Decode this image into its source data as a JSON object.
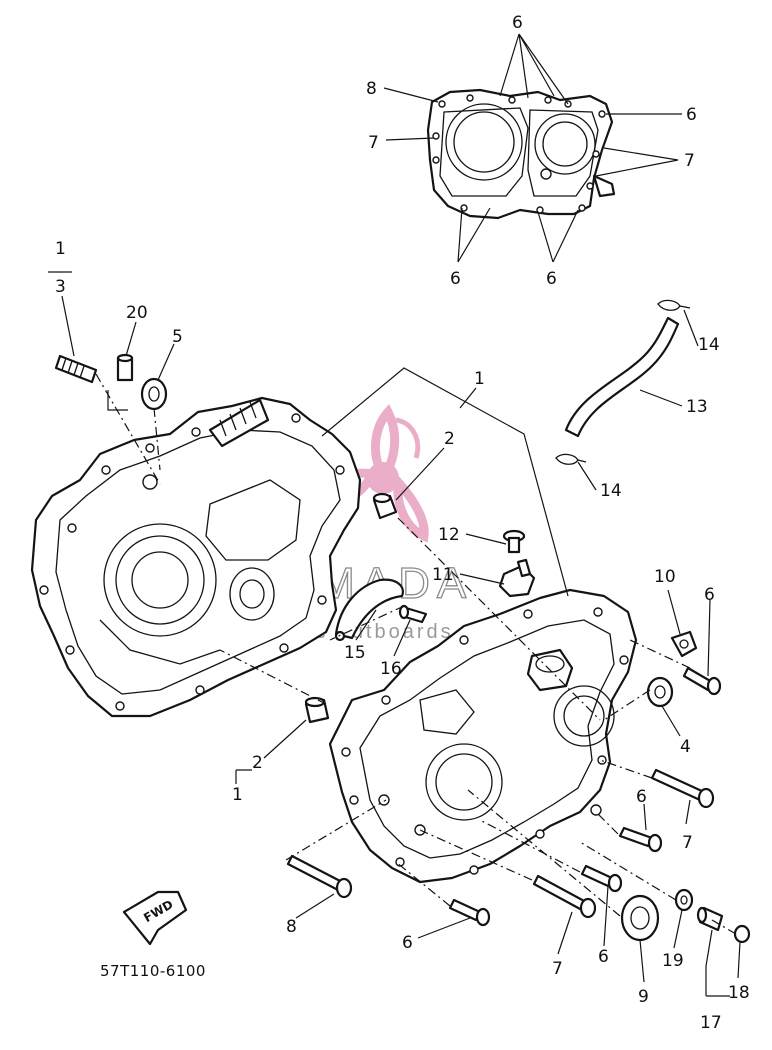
{
  "diagram": {
    "code": "57T110-6100",
    "fwd": "FWD",
    "watermark": {
      "brand": "ARMADA",
      "tagline": "marine outboards",
      "color": "#e8a0c0"
    },
    "callouts": [
      {
        "id": "c-6-top",
        "text": "6"
      },
      {
        "id": "c-8-top",
        "text": "8"
      },
      {
        "id": "c-6-top-right",
        "text": "6"
      },
      {
        "id": "c-7-top-left",
        "text": "7"
      },
      {
        "id": "c-7-top-right",
        "text": "7"
      },
      {
        "id": "c-6-gasket-bl",
        "text": "6"
      },
      {
        "id": "c-6-gasket-br",
        "text": "6"
      },
      {
        "id": "c-1-left",
        "text": "1"
      },
      {
        "id": "c-3-left",
        "text": "3"
      },
      {
        "id": "c-20",
        "text": "20"
      },
      {
        "id": "c-5",
        "text": "5"
      },
      {
        "id": "c-1-center",
        "text": "1"
      },
      {
        "id": "c-2-center",
        "text": "2"
      },
      {
        "id": "c-14-top",
        "text": "14"
      },
      {
        "id": "c-13",
        "text": "13"
      },
      {
        "id": "c-14-mid",
        "text": "14"
      },
      {
        "id": "c-12",
        "text": "12"
      },
      {
        "id": "c-11",
        "text": "11"
      },
      {
        "id": "c-10",
        "text": "10"
      },
      {
        "id": "c-6-right",
        "text": "6"
      },
      {
        "id": "c-15",
        "text": "15"
      },
      {
        "id": "c-16",
        "text": "16"
      },
      {
        "id": "c-4",
        "text": "4"
      },
      {
        "id": "c-2-low",
        "text": "2"
      },
      {
        "id": "c-1-low",
        "text": "1"
      },
      {
        "id": "c-6-low-right",
        "text": "6"
      },
      {
        "id": "c-7-low-right",
        "text": "7"
      },
      {
        "id": "c-8-bottom",
        "text": "8"
      },
      {
        "id": "c-6-bottom",
        "text": "6"
      },
      {
        "id": "c-7-bottom",
        "text": "7"
      },
      {
        "id": "c-6-bottom-mid",
        "text": "6"
      },
      {
        "id": "c-9",
        "text": "9"
      },
      {
        "id": "c-19",
        "text": "19"
      },
      {
        "id": "c-18",
        "text": "18"
      },
      {
        "id": "c-17",
        "text": "17"
      }
    ]
  }
}
